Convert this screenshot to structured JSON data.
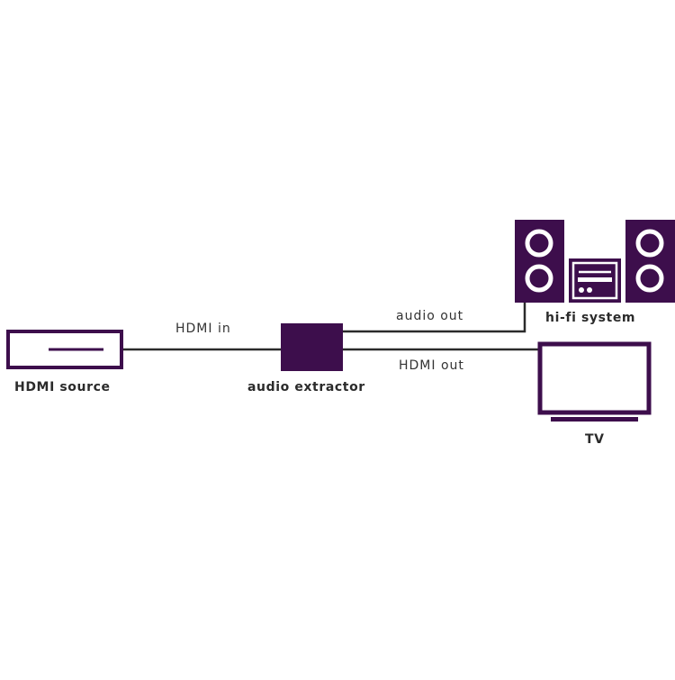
{
  "colors": {
    "device": "#3d0e4c",
    "cable": "#2b2b2b",
    "background": "#ffffff"
  },
  "nodes": {
    "source": {
      "label": "HDMI source",
      "icon": "set-top-box-icon"
    },
    "extractor": {
      "label": "audio extractor",
      "icon": "extractor-box-icon"
    },
    "hifi": {
      "label": "hi-fi system",
      "icon": "hifi-stereo-icon"
    },
    "tv": {
      "label": "TV",
      "icon": "tv-icon"
    }
  },
  "connections": {
    "hdmi_in": {
      "label": "HDMI in"
    },
    "audio_out": {
      "label": "audio out"
    },
    "hdmi_out": {
      "label": "HDMI out"
    }
  }
}
